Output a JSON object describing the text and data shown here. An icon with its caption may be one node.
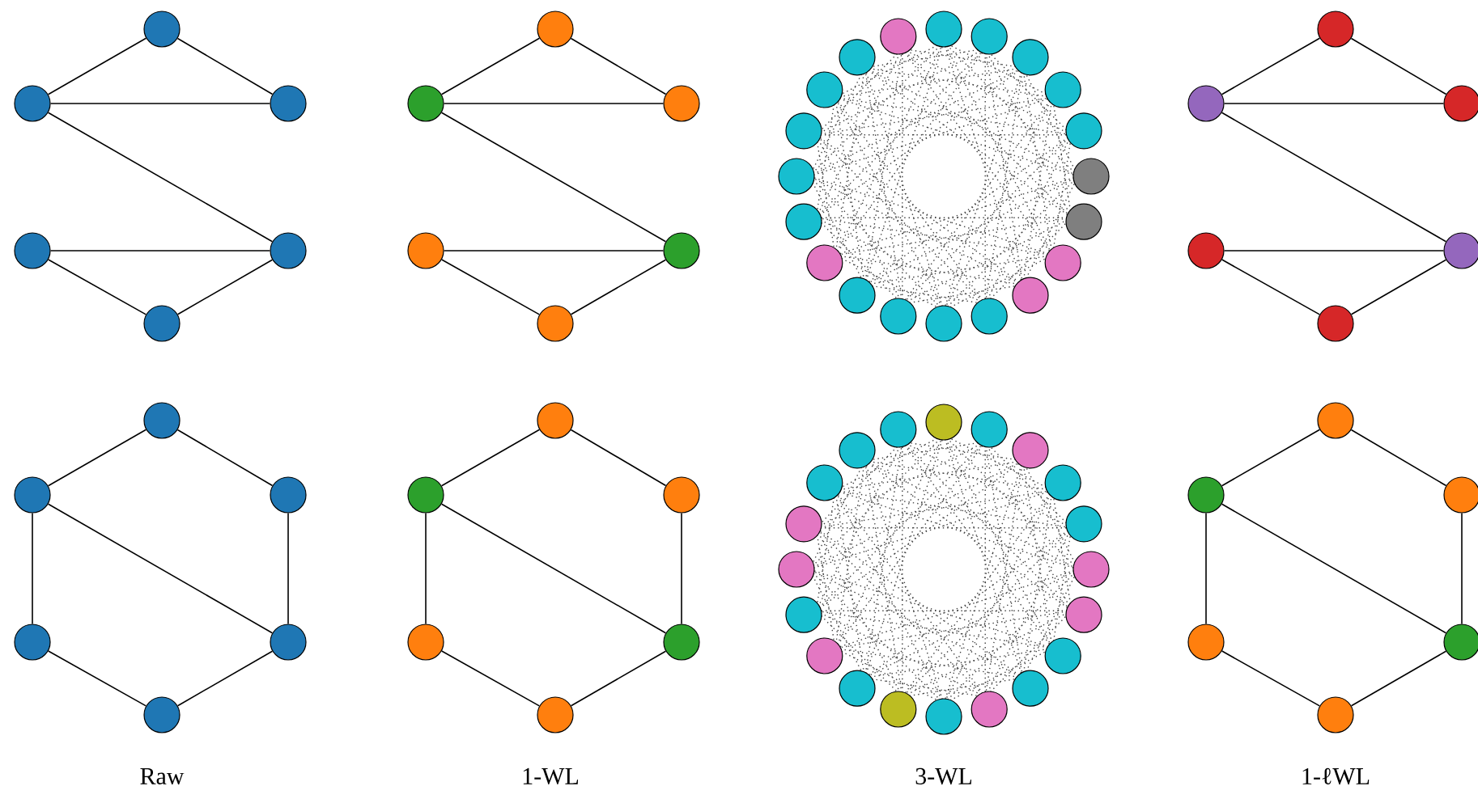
{
  "diagram": {
    "nodes": [
      {
        "text": [],
        "shape": "circle"
      },
      {
        "text": [],
        "shape": "circle"
      },
      {
        "text": [],
        "shape": "circle"
      },
      {
        "text": [],
        "shape": "circle"
      },
      {
        "text": [],
        "shape": "circle"
      },
      {
        "text": [],
        "shape": "circle"
      },
      {
        "text": [],
        "shape": "circle"
      },
      {
        "text": [],
        "shape": "circle"
      },
      {
        "text": [],
        "shape": "circle"
      },
      {
        "text": [],
        "shape": "circle"
      },
      {
        "text": [],
        "shape": "circle"
      },
      {
        "text": [],
        "shape": "circle"
      },
      {
        "text": [],
        "shape": "circle"
      },
      {
        "text": [],
        "shape": "circle"
      },
      {
        "text": [],
        "shape": "circle"
      },
      {
        "text": [],
        "shape": "circle"
      },
      {
        "text": [],
        "shape": "circle"
      },
      {
        "text": [],
        "shape": "circle"
      },
      {
        "text": [],
        "shape": "circle"
      },
      {
        "text": [],
        "shape": "circle"
      },
      {
        "text": [],
        "shape": "circle"
      },
      {
        "text": [],
        "shape": "circle"
      },
      {
        "text": [],
        "shape": "circle"
      },
      {
        "text": [],
        "shape": "circle"
      },
      {
        "text": [],
        "shape": "circle"
      },
      {
        "text": [],
        "shape": "circle"
      },
      {
        "text": [],
        "shape": "circle"
      },
      {
        "text": [],
        "shape": "circle"
      },
      {
        "text": [],
        "shape": "circle"
      },
      {
        "text": [],
        "shape": "circle"
      },
      {
        "text": [],
        "shape": "circle"
      },
      {
        "text": [],
        "shape": "circle"
      },
      {
        "text": [],
        "shape": "circle"
      },
      {
        "text": [],
        "shape": "circle"
      },
      {
        "text": [],
        "shape": "circle"
      },
      {
        "text": [],
        "shape": "circle"
      },
      {
        "text": [],
        "shape": "circle"
      },
      {
        "text": [],
        "shape": "circle"
      },
      {
        "text": [],
        "shape": "circle"
      },
      {
        "text": [],
        "shape": "circle"
      },
      {
        "text": [],
        "shape": "circle"
      },
      {
        "text": [],
        "shape": "circle"
      },
      {
        "text": [],
        "shape": "circle"
      },
      {
        "text": [],
        "shape": "circle"
      },
      {
        "text": [],
        "shape": "circle"
      },
      {
        "text": [],
        "shape": "circle"
      },
      {
        "text": [],
        "shape": "circle"
      },
      {
        "text": [],
        "shape": "circle"
      },
      {
        "text": [],
        "shape": "circle"
      },
      {
        "text": [],
        "shape": "circle"
      },
      {
        "text": [],
        "shape": "circle"
      },
      {
        "text": [],
        "shape": "circle"
      },
      {
        "text": [],
        "shape": "circle"
      },
      {
        "text": [],
        "shape": "circle"
      },
      {
        "text": [],
        "shape": "circle"
      },
      {
        "text": [],
        "shape": "circle"
      },
      {
        "text": [],
        "shape": "circle"
      },
      {
        "text": [],
        "shape": "circle"
      },
      {
        "text": [],
        "shape": "circle"
      },
      {
        "text": [],
        "shape": "circle"
      },
      {
        "text": [],
        "shape": "circle"
      },
      {
        "text": [],
        "shape": "circle"
      },
      {
        "text": [],
        "shape": "circle"
      },
      {
        "text": [],
        "shape": "circle"
      },
      {
        "text": [],
        "shape": "circle"
      },
      {
        "text": [],
        "shape": "circle"
      },
      {
        "text": [],
        "shape": "circle"
      },
      {
        "text": [],
        "shape": "circle"
      },
      {
        "text": [],
        "shape": "circle"
      },
      {
        "text": [],
        "shape": "circle"
      },
      {
        "text": [],
        "shape": "circle"
      },
      {
        "text": [],
        "shape": "circle"
      },
      {
        "text": [],
        "shape": "circle"
      },
      {
        "text": [],
        "shape": "circle"
      },
      {
        "text": [],
        "shape": "circle"
      },
      {
        "text": [],
        "shape": "circle"
      }
    ],
    "edges": [
      {
        "from": 0,
        "to": 1,
        "arrow": "none"
      },
      {
        "from": 0,
        "to": 2,
        "arrow": "none"
      },
      {
        "from": 1,
        "to": 2,
        "arrow": "none"
      },
      {
        "from": 1,
        "to": 4,
        "arrow": "none"
      },
      {
        "from": 3,
        "to": 4,
        "arrow": "none"
      },
      {
        "from": 3,
        "to": 5,
        "arrow": "none"
      },
      {
        "from": 4,
        "to": 5,
        "arrow": "none"
      },
      {
        "from": 6,
        "to": 7,
        "arrow": "none"
      },
      {
        "from": 6,
        "to": 8,
        "arrow": "none"
      },
      {
        "from": 7,
        "to": 8,
        "arrow": "none"
      },
      {
        "from": 7,
        "to": 10,
        "arrow": "none"
      },
      {
        "from": 9,
        "to": 10,
        "arrow": "none"
      },
      {
        "from": 9,
        "to": 11,
        "arrow": "none"
      },
      {
        "from": 10,
        "to": 11,
        "arrow": "none"
      },
      {
        "from": 32,
        "to": 33,
        "arrow": "none"
      },
      {
        "from": 32,
        "to": 34,
        "arrow": "none"
      },
      {
        "from": 33,
        "to": 34,
        "arrow": "none"
      },
      {
        "from": 33,
        "to": 36,
        "arrow": "none"
      },
      {
        "from": 35,
        "to": 36,
        "arrow": "none"
      },
      {
        "from": 35,
        "to": 37,
        "arrow": "none"
      },
      {
        "from": 36,
        "to": 37,
        "arrow": "none"
      },
      {
        "from": 38,
        "to": 39,
        "arrow": "none"
      },
      {
        "from": 38,
        "to": 40,
        "arrow": "none"
      },
      {
        "from": 40,
        "to": 42,
        "arrow": "none"
      },
      {
        "from": 42,
        "to": 43,
        "arrow": "none"
      },
      {
        "from": 43,
        "to": 41,
        "arrow": "none"
      },
      {
        "from": 41,
        "to": 39,
        "arrow": "none"
      },
      {
        "from": 39,
        "to": 42,
        "arrow": "none"
      },
      {
        "from": 44,
        "to": 45,
        "arrow": "none"
      },
      {
        "from": 44,
        "to": 46,
        "arrow": "none"
      },
      {
        "from": 46,
        "to": 48,
        "arrow": "none"
      },
      {
        "from": 48,
        "to": 49,
        "arrow": "none"
      },
      {
        "from": 49,
        "to": 47,
        "arrow": "none"
      },
      {
        "from": 47,
        "to": 45,
        "arrow": "none"
      },
      {
        "from": 45,
        "to": 48,
        "arrow": "none"
      },
      {
        "from": 70,
        "to": 71,
        "arrow": "none"
      },
      {
        "from": 70,
        "to": 72,
        "arrow": "none"
      },
      {
        "from": 72,
        "to": 74,
        "arrow": "none"
      },
      {
        "from": 74,
        "to": 75,
        "arrow": "none"
      },
      {
        "from": 75,
        "to": 73,
        "arrow": "none"
      },
      {
        "from": 73,
        "to": 71,
        "arrow": "none"
      },
      {
        "from": 71,
        "to": 74,
        "arrow": "none"
      }
    ],
    "labels": [
      "Raw",
      "1-WL",
      "3-WL",
      "1-ℓWL"
    ]
  }
}
